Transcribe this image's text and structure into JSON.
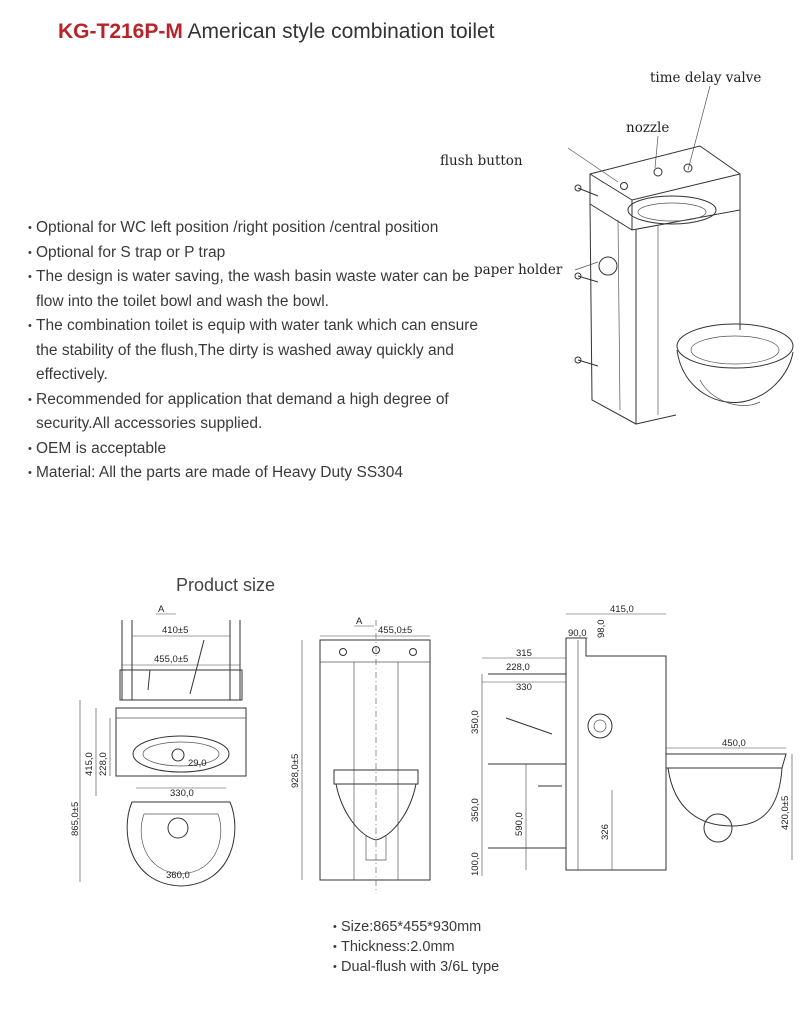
{
  "title": {
    "model": "KG-T216P-M",
    "name": "American style combination toilet"
  },
  "features": [
    "Optional for WC left position /right position /central position",
    "Optional for S trap or P trap",
    "The design is water saving, the wash basin waste water can be flow into the toilet bowl and wash the bowl.",
    "The combination toilet is equip with water tank which can ensure the stability of the flush,The dirty is washed away quickly and effectively.",
    "Recommended for application that demand a high degree of security.All accessories supplied.",
    "OEM is acceptable",
    "Material: All the parts are made of Heavy Duty SS304"
  ],
  "callouts": {
    "time_delay_valve": "time delay valve",
    "nozzle": "nozzle",
    "flush_button": "flush button",
    "paper_holder": "paper holder"
  },
  "product_size_heading": "Product size",
  "dimensions": {
    "top_view": {
      "section_mark": "A",
      "width_outer": "410±5",
      "width_inner": "455,0±5",
      "height_415": "415,0",
      "height_228": "228,0",
      "height_865": "865,0±5",
      "basin_width": "330,0",
      "drain_dia": "29,0",
      "bowl_width": "360,0"
    },
    "front_view": {
      "section_mark": "A",
      "width": "455,0±5",
      "height": "928,0±5"
    },
    "side_view": {
      "depth": "415,0",
      "d90": "90,0",
      "d98": "98,0",
      "d315": "315",
      "d228": "228,0",
      "d330": "330",
      "d350_upper": "350,0",
      "d350_lower": "350,0",
      "d590": "590,0",
      "d326": "326",
      "d100": "100,0",
      "bowl_projection": "450,0",
      "bowl_height": "420,0±5"
    }
  },
  "specs": [
    "Size:865*455*930mm",
    "Thickness:2.0mm",
    "Dual-flush with 3/6L type"
  ]
}
